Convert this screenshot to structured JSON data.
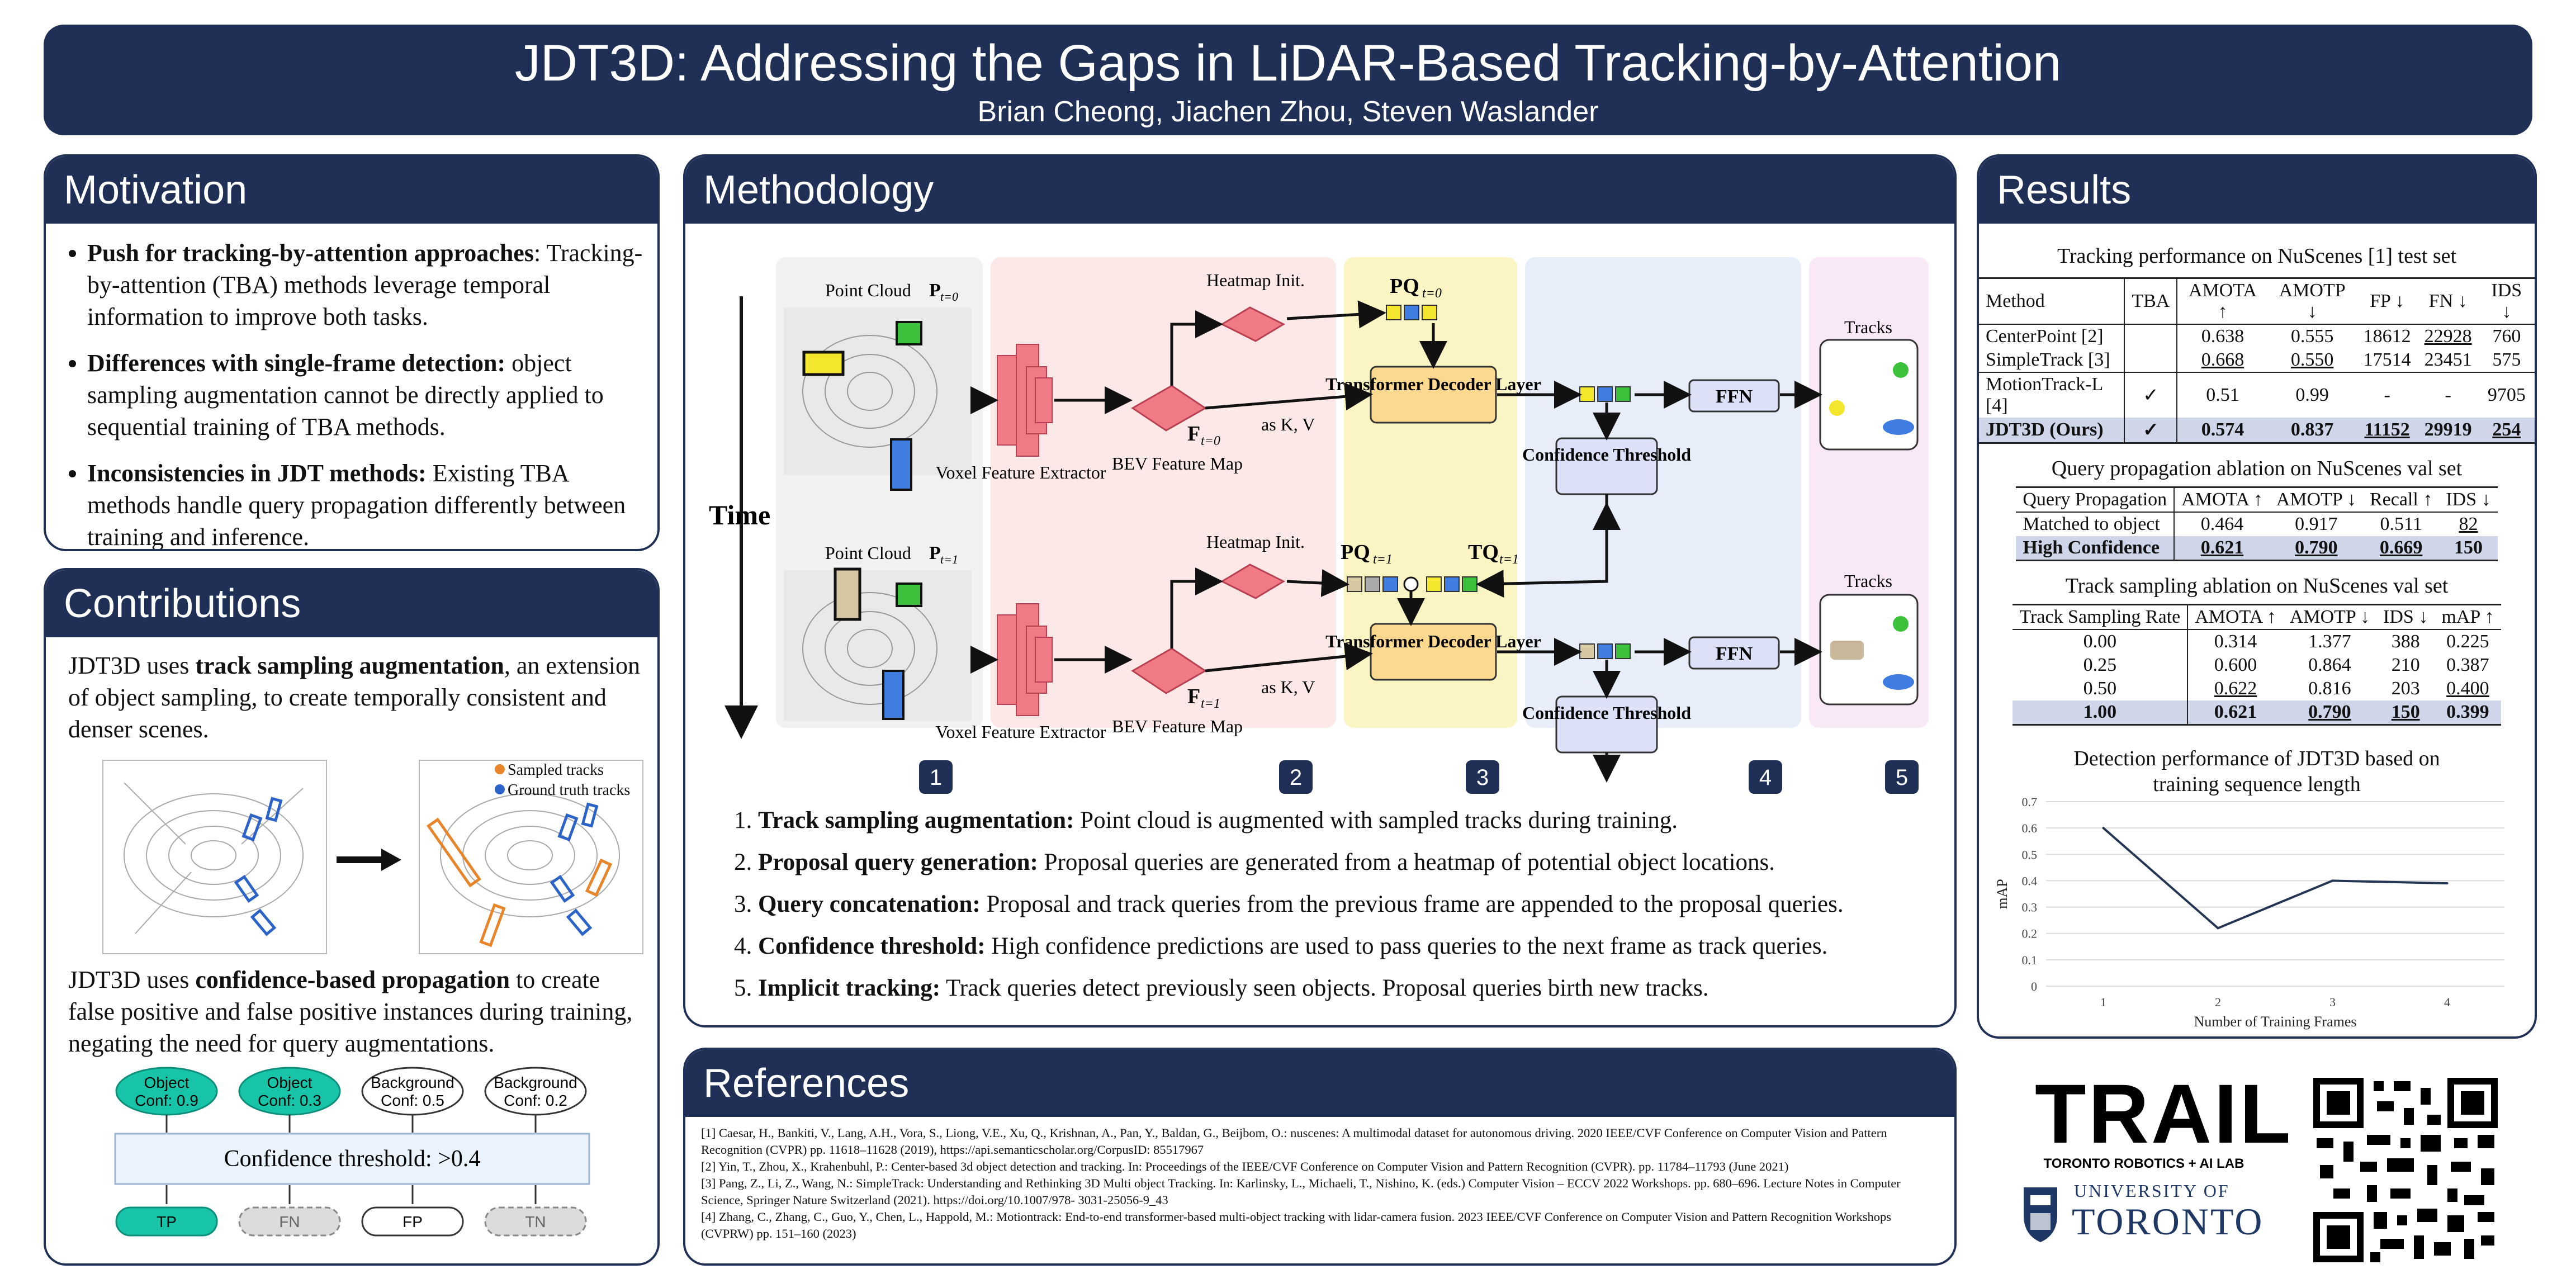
{
  "header": {
    "title": "JDT3D: Addressing the Gaps in LiDAR-Based Tracking-by-Attention",
    "authors": "Brian Cheong, Jiachen Zhou, Steven Waslander"
  },
  "motivation": {
    "heading": "Motivation",
    "items": [
      {
        "bold": "Push for tracking-by-attention approaches",
        "text": ": Tracking-by-attention (TBA) methods leverage temporal information to improve both tasks."
      },
      {
        "bold": "Differences with single-frame detection:",
        "text": " object sampling augmentation cannot be directly applied to sequential training of TBA methods."
      },
      {
        "bold": "Inconsistencies in JDT methods:",
        "text": " Existing TBA methods handle query propagation differently between training and inference."
      }
    ]
  },
  "contributions": {
    "heading": "Contributions",
    "p1_pre": "JDT3D uses ",
    "p1_bold": "track sampling augmentation",
    "p1_post": ", an extension of object sampling, to create temporally consistent and denser scenes.",
    "legend_sampled": "Sampled tracks",
    "legend_gt": "Ground truth tracks",
    "p2_pre": "JDT3D uses ",
    "p2_bold": "confidence-based propagation",
    "p2_post": " to create false positive and false positive instances during training, negating the need for query augmentations.",
    "bubbles": [
      {
        "l1": "Object",
        "l2": "Conf: 0.9"
      },
      {
        "l1": "Object",
        "l2": "Conf: 0.3"
      },
      {
        "l1": "Background",
        "l2": "Conf: 0.5"
      },
      {
        "l1": "Background",
        "l2": "Conf: 0.2"
      }
    ],
    "threshold": "Confidence threshold: >0.4",
    "outcomes": [
      "TP",
      "FN",
      "FP",
      "TN"
    ]
  },
  "methodology": {
    "heading": "Methodology",
    "time_label": "Time",
    "point_cloud": "Point Cloud",
    "p_t0": "P",
    "sub_t0": "t=0",
    "sub_t1": "t=1",
    "heatmap": "Heatmap Init.",
    "voxel": "Voxel Feature Extractor",
    "bev": "BEV Feature Map",
    "f": "F",
    "askv": "as K, V",
    "pq": "PQ",
    "tq": "TQ",
    "decoder": "Transformer Decoder Layer",
    "confidence": "Confidence Threshold",
    "ffn": "FFN",
    "tracks": "Tracks",
    "stage_numbers": [
      "1",
      "2",
      "3",
      "4",
      "5"
    ],
    "steps": [
      {
        "bold": "Track sampling augmentation:",
        "text": " Point cloud is augmented with sampled tracks during training."
      },
      {
        "bold": "Proposal query generation:",
        "text": " Proposal queries are generated from a heatmap of potential object locations."
      },
      {
        "bold": "Query concatenation:",
        "text": " Proposal and track queries from the previous frame are appended to the proposal queries."
      },
      {
        "bold": "Confidence threshold:",
        "text": " High confidence predictions are used to pass queries to the next frame as track queries."
      },
      {
        "bold": "Implicit tracking:",
        "text": " Track queries detect previously seen objects. Proposal queries birth new tracks."
      }
    ]
  },
  "references": {
    "heading": "References",
    "items": [
      "[1] Caesar, H., Bankiti, V., Lang, A.H., Vora, S., Liong, V.E., Xu, Q., Krishnan, A., Pan, Y., Baldan, G., Beijbom, O.: nuscenes: A multimodal dataset for autonomous driving. 2020 IEEE/CVF Conference on Computer Vision and Pattern Recognition (CVPR) pp. 11618–11628 (2019), https://api.semanticscholar.org/CorpusID: 85517967",
      "[2] Yin, T., Zhou, X., Krahenbuhl, P.: Center-based 3d object detection and tracking. In: Proceedings of the IEEE/CVF Conference on Computer Vision and Pattern Recognition (CVPR). pp. 11784–11793 (June 2021)",
      "[3] Pang, Z., Li, Z., Wang, N.: SimpleTrack: Understanding and Rethinking 3D Multi object Tracking. In: Karlinsky, L., Michaeli, T., Nishino, K. (eds.) Computer Vision – ECCV 2022 Workshops. pp. 680–696. Lecture Notes in Computer Science, Springer Nature Switzerland (2021). https://doi.org/10.1007/978- 3031-25056-9_43",
      "[4] Zhang, C., Zhang, C., Guo, Y., Chen, L., Happold, M.: Motiontrack: End-to-end transformer-based multi-object tracking with lidar-camera fusion. 2023 IEEE/CVF Conference on Computer Vision and Pattern Recognition Workshops (CVPRW) pp. 151–160 (2023)"
    ]
  },
  "logos": {
    "trail": "TRAIL",
    "trail_sub": "TORONTO ROBOTICS + AI LAB",
    "uoft_1": "UNIVERSITY OF",
    "uoft_2": "TORONTO"
  },
  "results": {
    "heading": "Results",
    "table1": {
      "caption": "Tracking performance on NuScenes [1] test set",
      "headers": [
        "Method",
        "TBA",
        "AMOTA ↑",
        "AMOTP ↓",
        "FP ↓",
        "FN ↓",
        "IDS ↓"
      ],
      "rows": [
        [
          "CenterPoint [2]",
          "",
          "0.638",
          "0.555",
          "18612",
          "22928",
          "760"
        ],
        [
          "SimpleTrack [3]",
          "",
          "0.668",
          "0.550",
          "17514",
          "23451",
          "575"
        ],
        [
          "MotionTrack-L [4]",
          "✓",
          "0.51",
          "0.99",
          "-",
          "-",
          "9705"
        ],
        [
          "JDT3D (Ours)",
          "✓",
          "0.574",
          "0.837",
          "11152",
          "29919",
          "254"
        ]
      ]
    },
    "table2": {
      "caption": "Query propagation ablation on NuScenes val set",
      "headers": [
        "Query Propagation",
        "AMOTA ↑",
        "AMOTP ↓",
        "Recall ↑",
        "IDS ↓"
      ],
      "rows": [
        [
          "Matched to object",
          "0.464",
          "0.917",
          "0.511",
          "82"
        ],
        [
          "High Confidence",
          "0.621",
          "0.790",
          "0.669",
          "150"
        ]
      ]
    },
    "table3": {
      "caption": "Track sampling ablation on NuScenes val set",
      "headers": [
        "Track Sampling Rate",
        "AMOTA ↑",
        "AMOTP ↓",
        "IDS ↓",
        "mAP ↑"
      ],
      "rows": [
        [
          "0.00",
          "0.314",
          "1.377",
          "388",
          "0.225"
        ],
        [
          "0.25",
          "0.600",
          "0.864",
          "210",
          "0.387"
        ],
        [
          "0.50",
          "0.622",
          "0.816",
          "203",
          "0.400"
        ],
        [
          "1.00",
          "0.621",
          "0.790",
          "150",
          "0.399"
        ]
      ]
    },
    "chart_caption_1": "Detection performance of JDT3D based on",
    "chart_caption_2": "training sequence length"
  },
  "chart_data": {
    "type": "line",
    "title": "Detection performance of JDT3D based on training sequence length",
    "xlabel": "Number of Training Frames",
    "ylabel": "mAP",
    "x": [
      1,
      2,
      3,
      4
    ],
    "series": [
      {
        "values": [
          0.6,
          0.22,
          0.4,
          0.39
        ]
      }
    ],
    "ylim": [
      0,
      0.7
    ],
    "yticks": [
      "0",
      "0.1",
      "0.2",
      "0.3",
      "0.4",
      "0.5",
      "0.6",
      "0.7"
    ],
    "xticks": [
      "1",
      "2",
      "3",
      "4"
    ],
    "grid": true,
    "line_color": "#243553"
  }
}
